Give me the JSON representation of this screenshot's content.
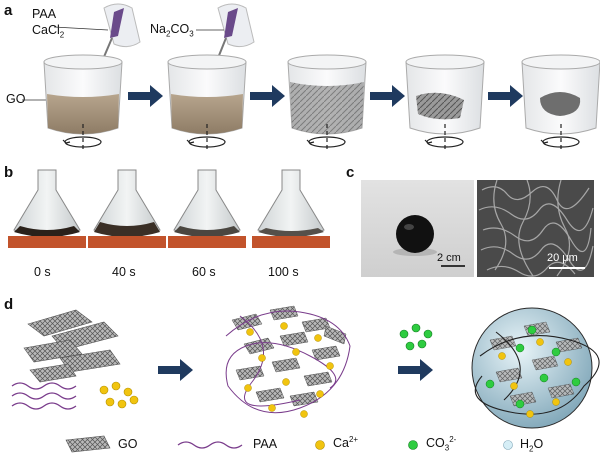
{
  "panels": {
    "a": "a",
    "b": "b",
    "c": "c",
    "d": "d"
  },
  "panel_a": {
    "pipette1": {
      "line1": "PAA",
      "line2_base": "CaCl",
      "line2_sub": "2"
    },
    "pipette2": {
      "base": "Na",
      "sub1": "2",
      "mid": "CO",
      "sub2": "3"
    },
    "beaker_label": "GO"
  },
  "panel_b": {
    "times": [
      "0 s",
      "40 s",
      "60 s",
      "100 s"
    ]
  },
  "panel_c": {
    "scale_left": "2 cm",
    "scale_right": "20 μm"
  },
  "panel_d": {
    "legend": {
      "go": "GO",
      "paa": "PAA",
      "ca_base": "Ca",
      "ca_sup": "2+",
      "co3_base": "CO",
      "co3_sub": "3",
      "co3_sup": "2-",
      "h2o_base": "H",
      "h2o_sub": "2",
      "h2o_end": "O"
    }
  },
  "colors": {
    "arrow": "#1f3a5f",
    "ca": "#f1c40f",
    "co3": "#2ecc40",
    "h2o": "#d6eef6",
    "paa": "#7a3d8c"
  }
}
